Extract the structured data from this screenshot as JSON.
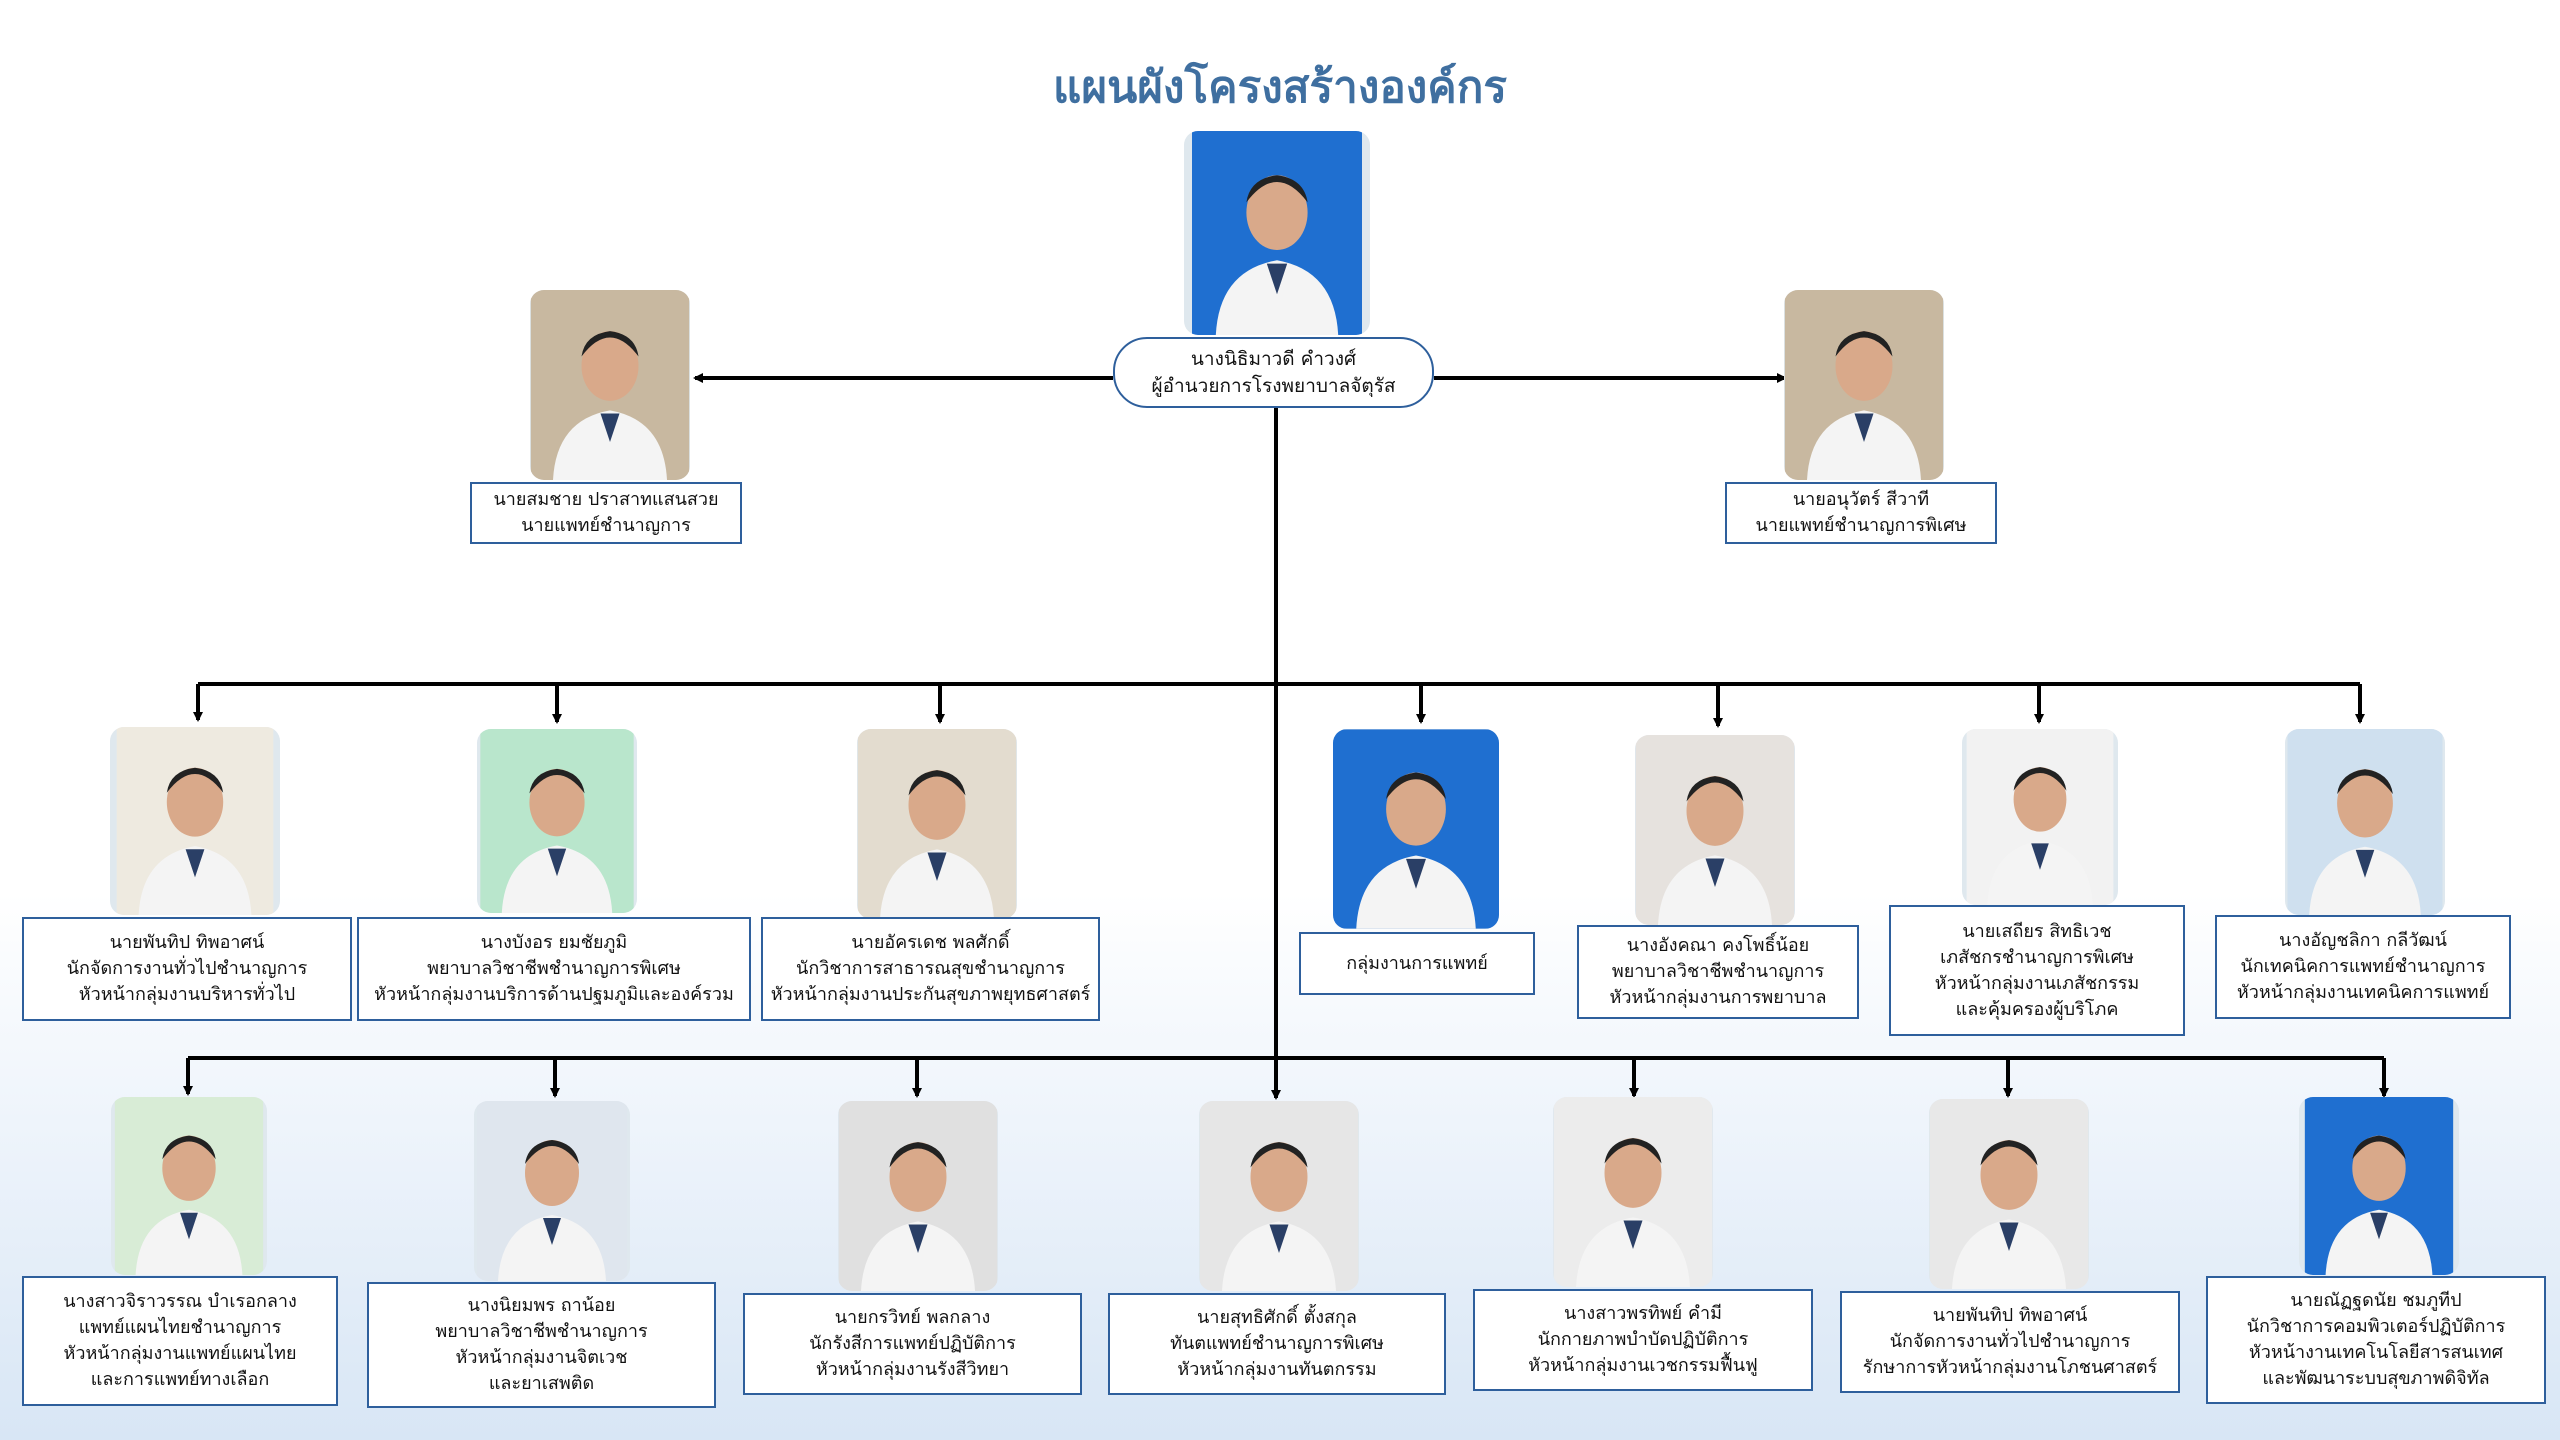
{
  "title": "แผนผังโครงสร้างองค์กร",
  "colors": {
    "title": "#3f6fa0",
    "box_border": "#2e5f9c",
    "line": "#000000"
  },
  "director": {
    "name": "นางนิธิมาวดี คำวงศ์",
    "position": "ผู้อำนวยการโรงพยาบาลจัตุรัส"
  },
  "advisors": [
    {
      "name": "นายสมชาย ปราสาทแสนสวย",
      "position": "นายแพทย์ชำนาญการ"
    },
    {
      "name": "นายอนุวัตร์ สีวาที",
      "position": "นายแพทย์ชำนาญการพิเศษ"
    }
  ],
  "row1": [
    {
      "lines": [
        "นายพันทิป ทิพอาศน์",
        "นักจัดการงานทั่วไปชำนาญการ",
        "หัวหน้ากลุ่มงานบริหารทั่วไป"
      ]
    },
    {
      "lines": [
        "นางบังอร ยมชัยภูมิ",
        "พยาบาลวิชาชีพชำนาญการพิเศษ",
        "หัวหน้ากลุ่มงานบริการด้านปฐมภูมิและองค์รวม"
      ]
    },
    {
      "lines": [
        "นายอัครเดช พลศักดิ์",
        "นักวิชาการสาธารณสุขชำนาญการ",
        "หัวหน้ากลุ่มงานประกันสุขภาพยุทธศาสตร์"
      ]
    },
    {
      "lines": [
        "กลุ่มงานการแพทย์"
      ]
    },
    {
      "lines": [
        "นางอังคณา คงโพธิ์น้อย",
        "พยาบาลวิชาชีพชำนาญการ",
        "หัวหน้ากลุ่มงานการพยาบาล"
      ]
    },
    {
      "lines": [
        "นายเสถียร สิทธิเวช",
        "เภสัชกรชำนาญการพิเศษ",
        "หัวหน้ากลุ่มงานเภสัชกรรม",
        "และคุ้มครองผู้บริโภค"
      ]
    },
    {
      "lines": [
        "นางอัญชลิกา กลีวัฒน์",
        "นักเทคนิคการแพทย์ชำนาญการ",
        "หัวหน้ากลุ่มงานเทคนิคการแพทย์"
      ]
    }
  ],
  "row2": [
    {
      "lines": [
        "นางสาวจิราวรรณ บำเรอกลาง",
        "แพทย์แผนไทยชำนาญการ",
        "หัวหน้ากลุ่มงานแพทย์แผนไทย",
        "และการแพทย์ทางเลือก"
      ]
    },
    {
      "lines": [
        "นางนิยมพร ถาน้อย",
        "พยาบาลวิชาชีพชำนาญการ",
        "หัวหน้ากลุ่มงานจิตเวช",
        "และยาเสพติด"
      ]
    },
    {
      "lines": [
        "นายกรวิทย์ พลกลาง",
        "นักรังสีการแพทย์ปฏิบัติการ",
        "หัวหน้ากลุ่มงานรังสีวิทยา"
      ]
    },
    {
      "lines": [
        "นายสุทธิศักดิ์ ตั้งสกุล",
        "ทันตแพทย์ชำนาญการพิเศษ",
        "หัวหน้ากลุ่มงานทันตกรรม"
      ]
    },
    {
      "lines": [
        "นางสาวพรทิพย์ คำมี",
        "นักกายภาพบำบัดปฏิบัติการ",
        "หัวหน้ากลุ่มงานเวชกรรมฟื้นฟู"
      ]
    },
    {
      "lines": [
        "นายพันทิป ทิพอาศน์",
        "นักจัดการงานทั่วไปชำนาญการ",
        "รักษาการหัวหน้ากลุ่มงานโภชนศาสตร์"
      ]
    },
    {
      "lines": [
        "นายณัฏฐดนัย ชมภูทีป",
        "นักวิชาการคอมพิวเตอร์ปฏิบัติการ",
        "หัวหน้างานเทคโนโลยีสารสนเทศ",
        "และพัฒนาระบบสุขภาพดิจิทัล"
      ]
    }
  ]
}
